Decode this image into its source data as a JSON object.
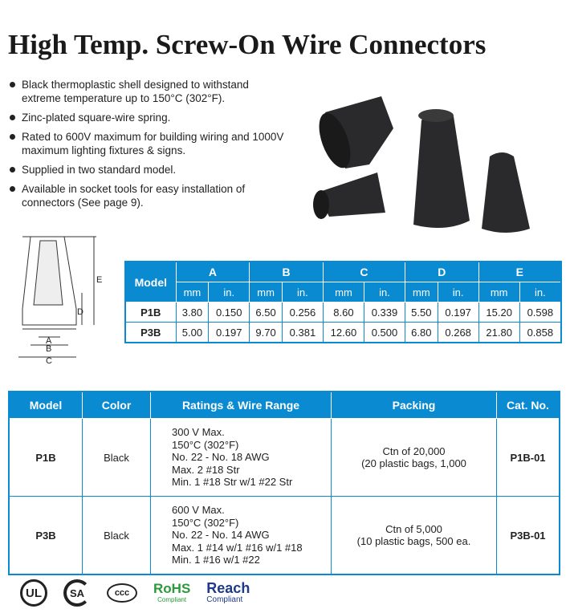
{
  "title": "High Temp. Screw-On Wire Connectors",
  "bullets": [
    "Black thermoplastic shell designed to withstand extreme temperature up to 150°C (302°F).",
    "Zinc-plated square-wire spring.",
    "Rated to 600V maximum for building wiring and 1000V maximum lighting fixtures & signs.",
    "Supplied in two standard model.",
    "Available in socket tools for easy installation of connectors (See page 9)."
  ],
  "diagram": {
    "labels": [
      "A",
      "B",
      "C",
      "D",
      "E"
    ]
  },
  "dimensions": {
    "model_header": "Model",
    "groups": [
      "A",
      "B",
      "C",
      "D",
      "E"
    ],
    "units": [
      "mm",
      "in."
    ],
    "rows": [
      {
        "model": "P1B",
        "values": [
          "3.80",
          "0.150",
          "6.50",
          "0.256",
          "8.60",
          "0.339",
          "5.50",
          "0.197",
          "15.20",
          "0.598"
        ]
      },
      {
        "model": "P3B",
        "values": [
          "5.00",
          "0.197",
          "9.70",
          "0.381",
          "12.60",
          "0.500",
          "6.80",
          "0.268",
          "21.80",
          "0.858"
        ]
      }
    ]
  },
  "specs": {
    "headers": [
      "Model",
      "Color",
      "Ratings & Wire Range",
      "Packing",
      "Cat. No."
    ],
    "rows": [
      {
        "model": "P1B",
        "color": "Black",
        "ratings": [
          "300 V Max.",
          "150°C (302°F)",
          "No. 22 - No. 18 AWG",
          "Max. 2 #18 Str",
          "Min. 1 #18 Str w/1 #22 Str"
        ],
        "packing": [
          "Ctn of 20,000",
          "(20 plastic bags, 1,000"
        ],
        "cat": "P1B-01"
      },
      {
        "model": "P3B",
        "color": "Black",
        "ratings": [
          "600 V Max.",
          "150°C (302°F)",
          "No. 22 - No. 14 AWG",
          "Max. 1 #14 w/1 #16 w/1 #18",
          "Min. 1 #16 w/1 #22"
        ],
        "packing": [
          "Ctn of 5,000",
          "(10 plastic bags, 500 ea."
        ],
        "cat": "P3B-01"
      }
    ]
  },
  "certs": {
    "ul": "UL",
    "csa": "SA",
    "ccc": "CCC",
    "rohs": "RoHS",
    "rohs_sub": "Compliant",
    "reach": "Reach",
    "reach_sub": "Compliant"
  },
  "colors": {
    "accent": "#0a8ad0"
  }
}
